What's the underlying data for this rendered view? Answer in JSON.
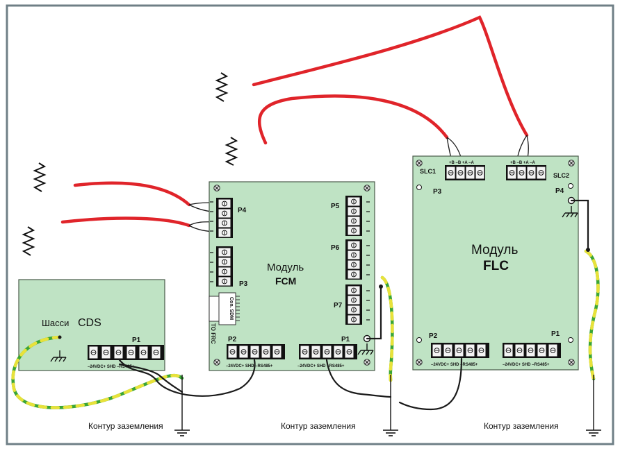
{
  "modules": {
    "fcm": {
      "title": "Модуль",
      "name": "FCM",
      "p4": "P4",
      "p3": "P3",
      "p5": "P5",
      "p6": "P6",
      "p7": "P7",
      "p2": "P2",
      "p1": "P1",
      "con": "Con. SDM",
      "to_frc": "TO FRC"
    },
    "flc": {
      "title": "Модуль",
      "name": "FLC",
      "slc1": "SLC1",
      "slc2": "SLC2",
      "p3": "P3",
      "p4": "P4",
      "p2": "P2",
      "p1": "P1"
    },
    "cds": {
      "chassis": "Шасси",
      "name": "CDS",
      "p1": "P1"
    }
  },
  "terminal_labels": {
    "power": "–24VDC+ SHD –RS485+",
    "slc": "+B –B +A –A"
  },
  "ground": {
    "label": "Контур заземления"
  },
  "colors": {
    "board": "#bfe3c4",
    "board_border": "#4a5a4a",
    "wire_red": "#e0242a",
    "wire_black": "#1a1a1a",
    "wire_green": "#3aa535",
    "wire_yellow": "#e8e23a",
    "frame": "#6f7f86"
  }
}
